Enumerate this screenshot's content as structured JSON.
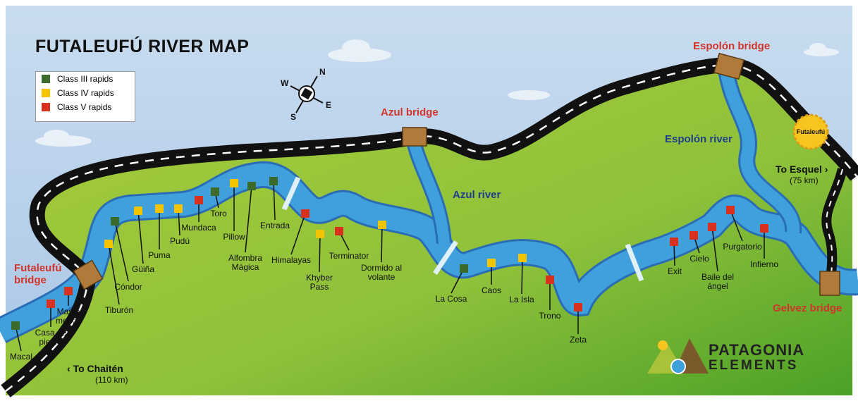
{
  "title": "FUTALEUFÚ RIVER MAP",
  "legend": [
    {
      "label": "Class III rapids",
      "color": "#3a6b2a"
    },
    {
      "label": "Class IV rapids",
      "color": "#f5c400"
    },
    {
      "label": "Class V rapids",
      "color": "#d8321f"
    }
  ],
  "compass": {
    "n": "N",
    "e": "E",
    "s": "S",
    "w": "W"
  },
  "bridges": {
    "futaleufu": "Futaleufú bridge",
    "azul": "Azul bridge",
    "espolon": "Espolón bridge",
    "gelvez": "Gelvez bridge"
  },
  "rivers": {
    "azul": "Azul river",
    "espolon": "Espolón river"
  },
  "destinations": {
    "chaiten": "To Chaitén",
    "chaiten_distance": "(110 km)",
    "esquel": "To Esquel",
    "esquel_distance": "(75 km)"
  },
  "town": "Futaleufú",
  "rapids": [
    {
      "name": "Macal",
      "class": "III"
    },
    {
      "name": "Casa de piedra",
      "class": "V"
    },
    {
      "name": "Mas o menos",
      "class": "V"
    },
    {
      "name": "Tiburón",
      "class": "IV"
    },
    {
      "name": "Cóndor",
      "class": "III"
    },
    {
      "name": "Güiña",
      "class": "IV"
    },
    {
      "name": "Puma",
      "class": "IV"
    },
    {
      "name": "Pudú",
      "class": "IV"
    },
    {
      "name": "Mundaca",
      "class": "V"
    },
    {
      "name": "Toro",
      "class": "III"
    },
    {
      "name": "Pillow",
      "class": "IV"
    },
    {
      "name": "Alfombra Mágica",
      "class": "III"
    },
    {
      "name": "Entrada",
      "class": "III"
    },
    {
      "name": "Himalayas",
      "class": "V"
    },
    {
      "name": "Khyber Pass",
      "class": "IV"
    },
    {
      "name": "Terminator",
      "class": "V"
    },
    {
      "name": "Dormido al volante",
      "class": "IV"
    },
    {
      "name": "La Cosa",
      "class": "III"
    },
    {
      "name": "Caos",
      "class": "IV"
    },
    {
      "name": "La Isla",
      "class": "IV"
    },
    {
      "name": "Trono",
      "class": "V"
    },
    {
      "name": "Zeta",
      "class": "V"
    },
    {
      "name": "Exit",
      "class": "V"
    },
    {
      "name": "Cielo",
      "class": "V"
    },
    {
      "name": "Baile del ángel",
      "class": "V"
    },
    {
      "name": "Purgatorio",
      "class": "V"
    },
    {
      "name": "Infierno",
      "class": "V"
    }
  ],
  "logo": {
    "line1": "PATAGONIA",
    "line2": "ELEMENTS"
  }
}
